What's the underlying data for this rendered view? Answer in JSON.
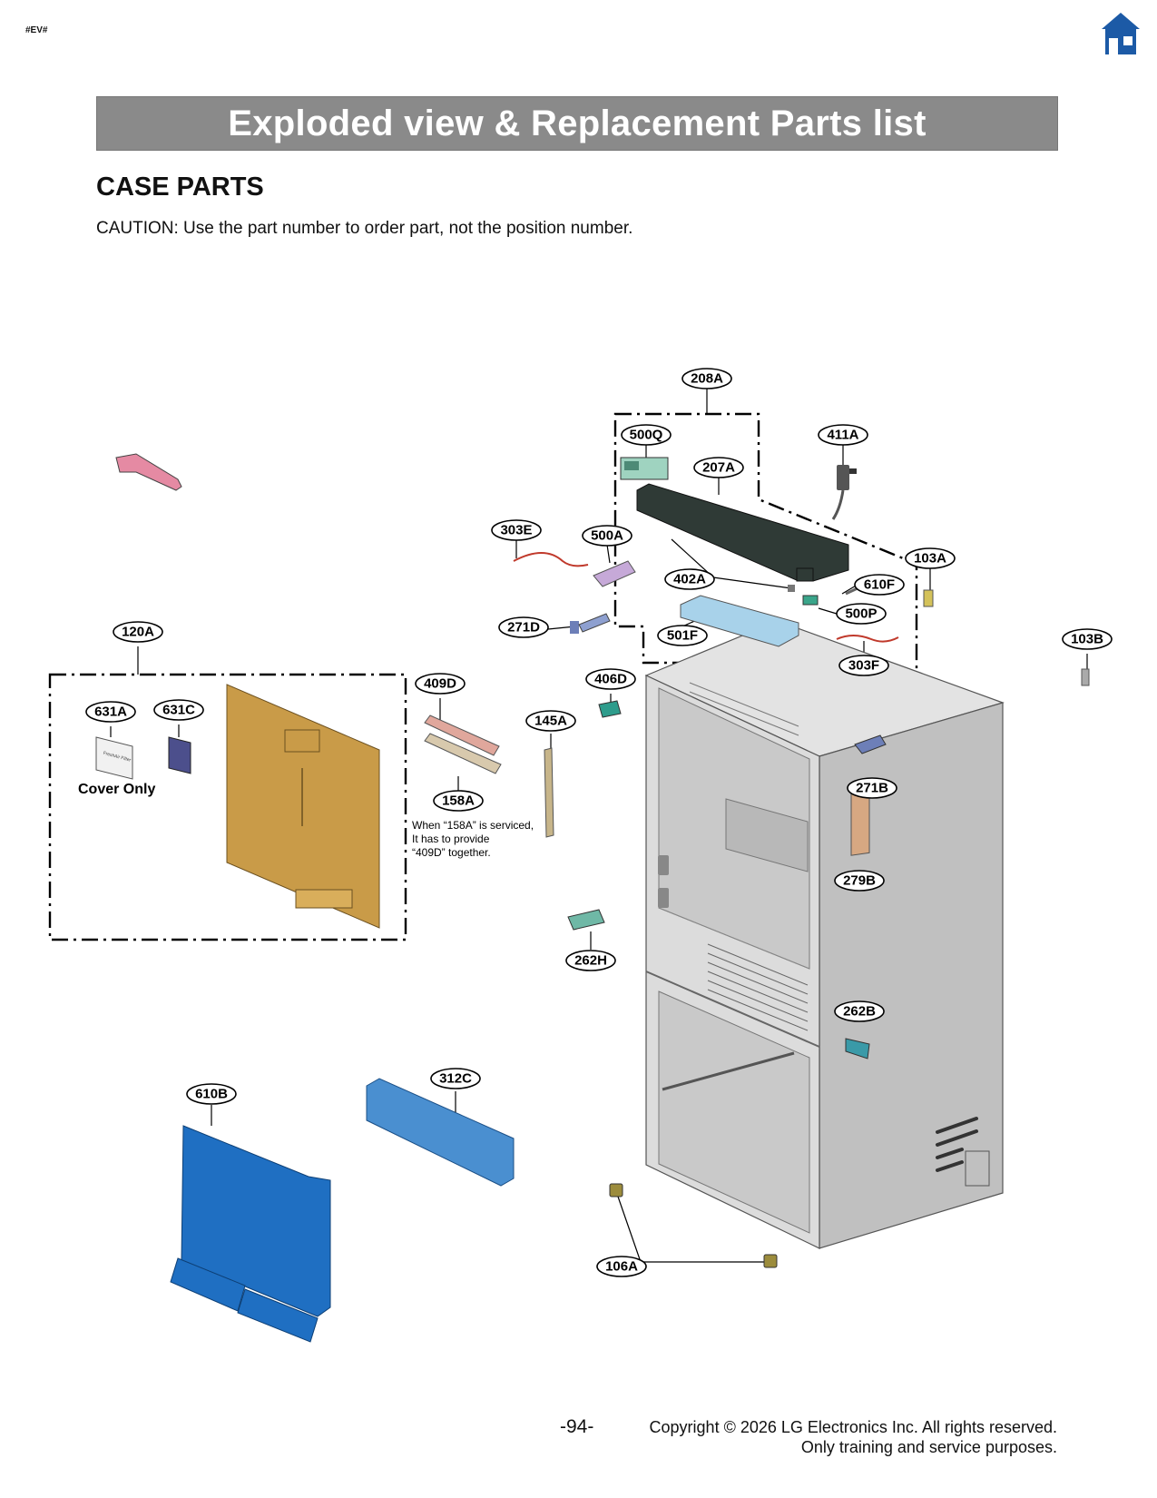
{
  "header": {
    "tag": "#EV#",
    "home_icon": "home-icon",
    "banner_title": "Exploded view & Replacement Parts list"
  },
  "section": {
    "title": "CASE PARTS",
    "caution": "CAUTION: Use the part number to order part, not the position number."
  },
  "parts": {
    "p208A": "208A",
    "p500Q": "500Q",
    "p411A": "411A",
    "p207A": "207A",
    "p303E": "303E",
    "p500A": "500A",
    "p103A": "103A",
    "p402A": "402A",
    "p610F": "610F",
    "p500P": "500P",
    "p271D": "271D",
    "p501F": "501F",
    "p120A": "120A",
    "p103B": "103B",
    "p303F": "303F",
    "p406D": "406D",
    "p409D": "409D",
    "p631A": "631A",
    "p631C": "631C",
    "p145A": "145A",
    "p271B": "271B",
    "p158A": "158A",
    "p279B": "279B",
    "p262H": "262H",
    "p262B": "262B",
    "p312C": "312C",
    "p610B": "610B",
    "p106A": "106A"
  },
  "notes": {
    "cover_only": "Cover Only",
    "note_158A_line1": "When “158A” is serviced,",
    "note_158A_line2": "It has to provide",
    "note_158A_line3": "“409D” together.",
    "filter_label": "FreshAir Filter"
  },
  "footer": {
    "page_number": "-94-",
    "copyright_line1": "Copyright © 2026 LG Electronics Inc. All rights reserved.",
    "copyright_line2": "Only training and service purposes."
  },
  "colors": {
    "banner": "#8a8a8a",
    "home_icon": "#1c5aa6",
    "panel_gold": "#c99b48",
    "duct_blue": "#1f6fc2",
    "cover_blue": "#4a8fd0",
    "case_gray": "#c8c8c8",
    "cover_dark": "#2f3a36",
    "pcb_lightblue": "#a8d2ea",
    "wrench_pink": "#e58aa3"
  }
}
